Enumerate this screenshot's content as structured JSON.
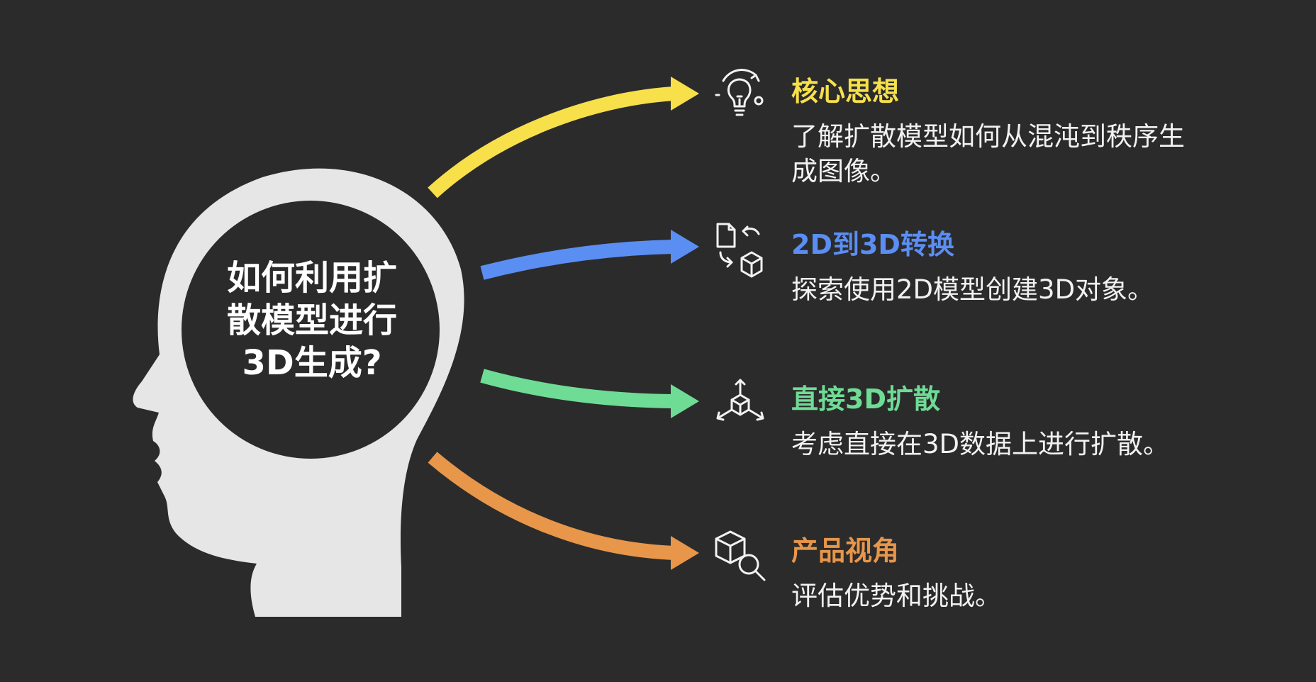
{
  "center": {
    "title_lines": [
      "如何利用扩",
      "散模型进行",
      "3D生成?"
    ]
  },
  "colors": {
    "background": "#2b2b2b",
    "head": "#e6e6e6",
    "yellow": "#f7e04a",
    "blue": "#5b8ef2",
    "green": "#6fdc95",
    "orange": "#e8964a"
  },
  "items": [
    {
      "title": "核心思想",
      "description": "了解扩散模型如何从混沌到秩序生成图像。",
      "icon": "lightbulb-icon",
      "color": "#f7e04a"
    },
    {
      "title": "2D到3D转换",
      "description": "探索使用2D模型创建3D对象。",
      "icon": "file-to-cube-icon",
      "color": "#5b8ef2"
    },
    {
      "title": "直接3D扩散",
      "description": "考虑直接在3D数据上进行扩散。",
      "icon": "3d-axes-cube-icon",
      "color": "#6fdc95"
    },
    {
      "title": "产品视角",
      "description": "评估优势和挑战。",
      "icon": "cube-search-icon",
      "color": "#e8964a"
    }
  ]
}
